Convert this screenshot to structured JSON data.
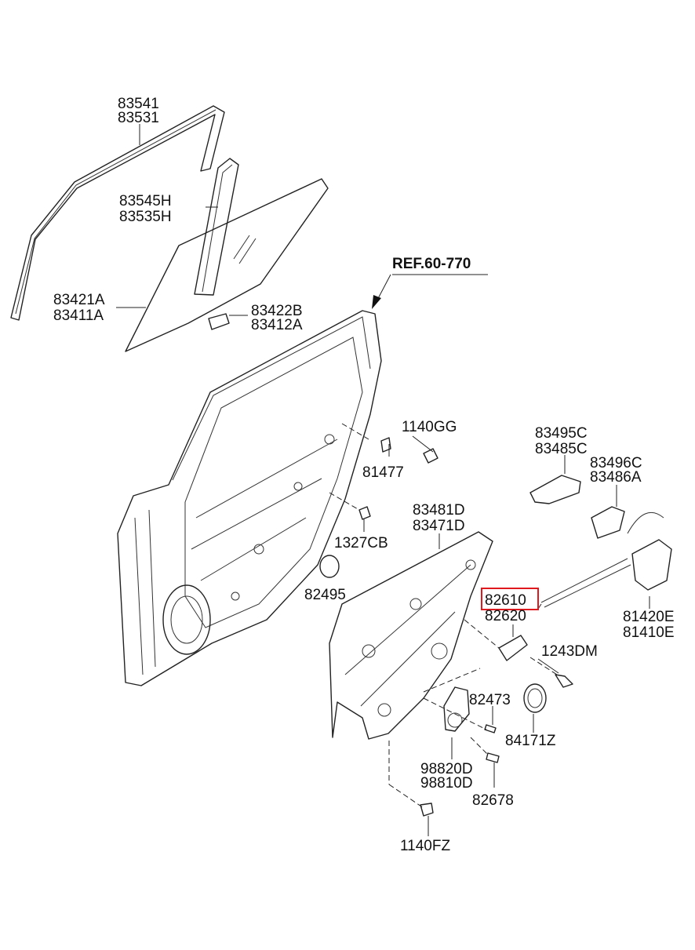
{
  "diagram": {
    "reference": "REF.60-770",
    "highlight_color": "#e0191f",
    "highlighted_part": "82610",
    "labels": {
      "l83541": "83541",
      "l83531": "83531",
      "l83545H": "83545H",
      "l83535H": "83535H",
      "l83421A": "83421A",
      "l83411A": "83411A",
      "l83422B": "83422B",
      "l83412A": "83412A",
      "l1140GG": "1140GG",
      "l81477": "81477",
      "l1327CB": "1327CB",
      "l82495": "82495",
      "l83481D": "83481D",
      "l83471D": "83471D",
      "l83495C": "83495C",
      "l83485C": "83485C",
      "l83496C": "83496C",
      "l83486A": "83486A",
      "l82610": "82610",
      "l82620": "82620",
      "l81420E": "81420E",
      "l81410E": "81410E",
      "l1243DM": "1243DM",
      "l82473": "82473",
      "l84171Z": "84171Z",
      "l98820D": "98820D",
      "l98810D": "98810D",
      "l82678": "82678",
      "l1140FZ": "1140FZ"
    }
  }
}
